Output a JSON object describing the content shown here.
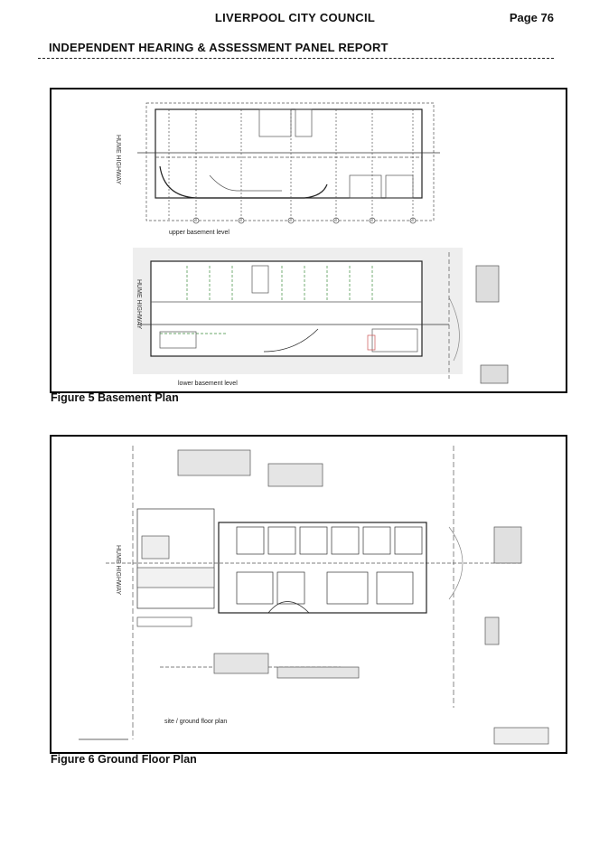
{
  "header": {
    "council": "LIVERPOOL CITY COUNCIL",
    "page": "Page 76",
    "report_title": "INDEPENDENT HEARING & ASSESSMENT PANEL REPORT"
  },
  "figures": [
    {
      "caption": "Figure 5 Basement Plan",
      "labels": {
        "upper": "upper basement level",
        "lower": "lower basement level",
        "road_upper": "HUME HIGHWAY",
        "road_lower": "HUME HIGHWAY"
      }
    },
    {
      "caption": "Figure 6 Ground Floor Plan",
      "labels": {
        "plan": "site / ground floor plan",
        "road": "HUME HIGHWAY"
      }
    }
  ]
}
